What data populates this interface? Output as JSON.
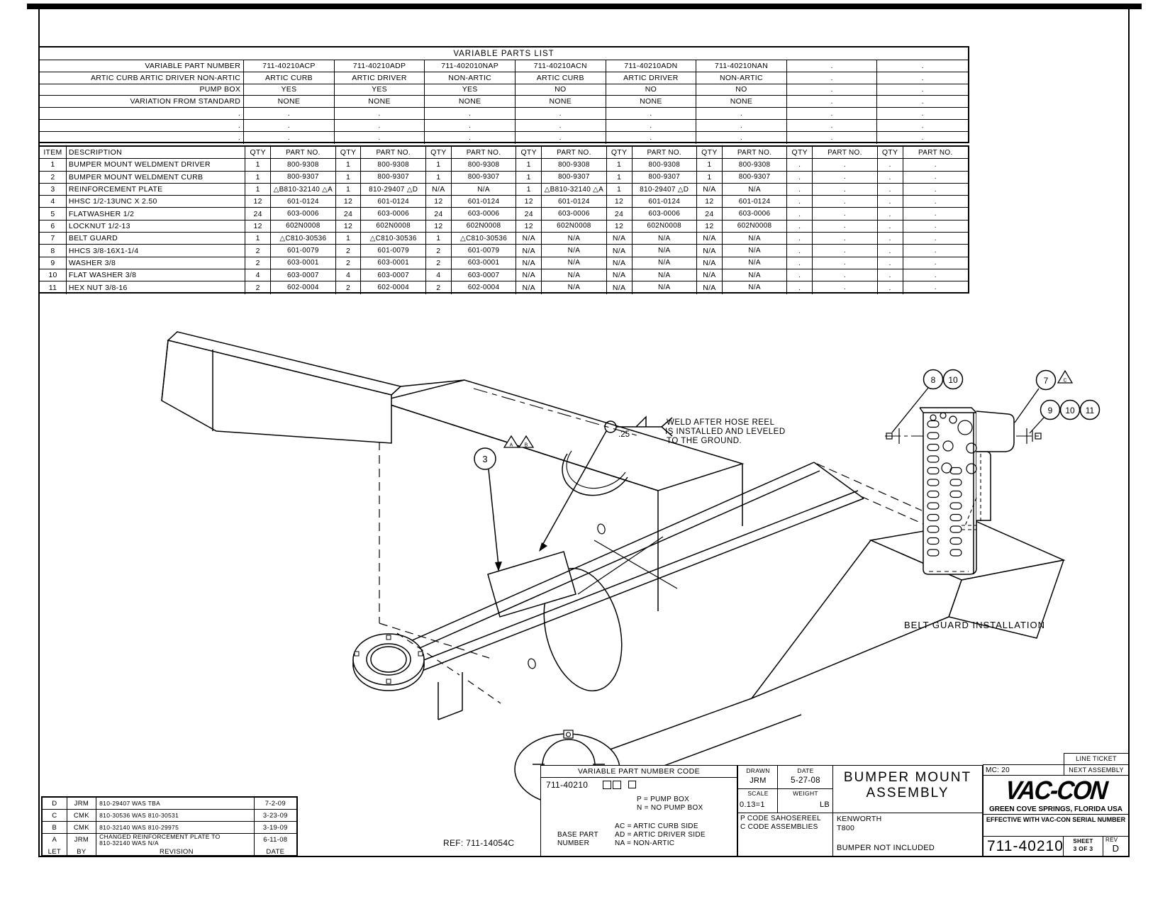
{
  "variable_parts_list": {
    "title": "VARIABLE PARTS LIST",
    "rows": [
      [
        "VARIABLE PART NUMBER",
        "711-40210ACP",
        "711-40210ADP",
        "711-402010NAP",
        "711-40210ACN",
        "711-40210ADN",
        "711-40210NAN",
        ".",
        "."
      ],
      [
        "ARTIC CURB ARTIC DRIVER NON-ARTIC",
        "ARTIC CURB",
        "ARTIC DRIVER",
        "NON-ARTIC",
        "ARTIC CURB",
        "ARTIC DRIVER",
        "NON-ARTIC",
        ".",
        "."
      ],
      [
        "PUMP BOX",
        "YES",
        "YES",
        "YES",
        "NO",
        "NO",
        "NO",
        ".",
        "."
      ],
      [
        "VARIATION FROM STANDARD",
        "NONE",
        "NONE",
        "NONE",
        "NONE",
        "NONE",
        "NONE",
        ".",
        "."
      ],
      [
        ".",
        ".",
        ".",
        ".",
        ".",
        ".",
        ".",
        ".",
        "."
      ],
      [
        ".",
        ".",
        ".",
        ".",
        ".",
        ".",
        ".",
        ".",
        "."
      ],
      [
        ".",
        ".",
        ".",
        ".",
        ".",
        ".",
        ".",
        ".",
        "."
      ]
    ]
  },
  "parts_table": {
    "header": [
      "ITEM",
      "DESCRIPTION",
      "QTY",
      "PART NO.",
      "QTY",
      "PART NO.",
      "QTY",
      "PART NO.",
      "QTY",
      "PART NO.",
      "QTY",
      "PART NO.",
      "QTY",
      "PART NO.",
      "QTY",
      "PART NO.",
      "QTY",
      "PART NO."
    ],
    "rows": [
      [
        "1",
        "BUMPER MOUNT WELDMENT DRIVER",
        "1",
        "800-9308",
        "1",
        "800-9308",
        "1",
        "800-9308",
        "1",
        "800-9308",
        "1",
        "800-9308",
        "1",
        "800-9308",
        ".",
        ".",
        ".",
        "."
      ],
      [
        "2",
        "BUMPER MOUNT WELDMENT CURB",
        "1",
        "800-9307",
        "1",
        "800-9307",
        "1",
        "800-9307",
        "1",
        "800-9307",
        "1",
        "800-9307",
        "1",
        "800-9307",
        ".",
        ".",
        ".",
        "."
      ],
      [
        "3",
        "REINFORCEMENT PLATE",
        "1",
        "△B810-32140 △A",
        "1",
        "810-29407 △D",
        "N/A",
        "N/A",
        "1",
        "△B810-32140 △A",
        "1",
        "810-29407 △D",
        "N/A",
        "N/A",
        ".",
        ".",
        ".",
        "."
      ],
      [
        "4",
        "HHSC 1/2-13UNC X 2.50",
        "12",
        "601-0124",
        "12",
        "601-0124",
        "12",
        "601-0124",
        "12",
        "601-0124",
        "12",
        "601-0124",
        "12",
        "601-0124",
        ".",
        ".",
        ".",
        "."
      ],
      [
        "5",
        "FLATWASHER 1/2",
        "24",
        "603-0006",
        "24",
        "603-0006",
        "24",
        "603-0006",
        "24",
        "603-0006",
        "24",
        "603-0006",
        "24",
        "603-0006",
        ".",
        ".",
        ".",
        "."
      ],
      [
        "6",
        "LOCKNUT 1/2-13",
        "12",
        "602N0008",
        "12",
        "602N0008",
        "12",
        "602N0008",
        "12",
        "602N0008",
        "12",
        "602N0008",
        "12",
        "602N0008",
        ".",
        ".",
        ".",
        "."
      ],
      [
        "7",
        "BELT GUARD",
        "1",
        "△C810-30536",
        "1",
        "△C810-30536",
        "1",
        "△C810-30536",
        "N/A",
        "N/A",
        "N/A",
        "N/A",
        "N/A",
        "N/A",
        ".",
        ".",
        ".",
        "."
      ],
      [
        "8",
        "HHCS 3/8-16X1-1/4",
        "2",
        "601-0079",
        "2",
        "601-0079",
        "2",
        "601-0079",
        "N/A",
        "N/A",
        "N/A",
        "N/A",
        "N/A",
        "N/A",
        ".",
        ".",
        ".",
        "."
      ],
      [
        "9",
        "WASHER 3/8",
        "2",
        "603-0001",
        "2",
        "603-0001",
        "2",
        "603-0001",
        "N/A",
        "N/A",
        "N/A",
        "N/A",
        "N/A",
        "N/A",
        ".",
        ".",
        ".",
        "."
      ],
      [
        "10",
        "FLAT WASHER 3/8",
        "4",
        "603-0007",
        "4",
        "603-0007",
        "4",
        "603-0007",
        "N/A",
        "N/A",
        "N/A",
        "N/A",
        "N/A",
        "N/A",
        ".",
        ".",
        ".",
        "."
      ],
      [
        "11",
        "HEX NUT 3/8-16",
        "2",
        "602-0004",
        "2",
        "602-0004",
        "2",
        "602-0004",
        "N/A",
        "N/A",
        "N/A",
        "N/A",
        "N/A",
        "N/A",
        ".",
        ".",
        ".",
        "."
      ]
    ]
  },
  "drawing": {
    "balloon_3": "3",
    "flag_a": "A",
    "flag_b": "B",
    "weld_size": ".25",
    "weld_note_1": "WELD AFTER HOSE REEL",
    "weld_note_2": "IS INSTALLED AND LEVELED",
    "weld_note_3": "TO THE GROUND.",
    "ref_label": "REF: 711-14054C",
    "detail": {
      "label": "BELT GUARD INSTALLATION",
      "balloon_8": "8",
      "balloon_10a": "10",
      "balloon_7": "7",
      "flag_c": "C",
      "balloon_9": "9",
      "balloon_10b": "10",
      "balloon_11": "11"
    }
  },
  "revision_table": {
    "rows": [
      [
        "D",
        "JRM",
        "810-29407 WAS TBA",
        "7-2-09"
      ],
      [
        "C",
        "CMK",
        "810-30536 WAS 810-30531",
        "3-23-09"
      ],
      [
        "B",
        "CMK",
        "810-32140 WAS 810-29975",
        "3-19-09"
      ],
      [
        "A",
        "JRM",
        "CHANGED REINFORCEMENT PLATE TO\n   810-32140 WAS N/A",
        "6-11-08"
      ]
    ],
    "footer": [
      "LET",
      "BY",
      "REVISION",
      "DATE"
    ]
  },
  "title_block": {
    "vpnc_title": "VARIABLE PART NUMBER CODE",
    "base_number": "711-40210",
    "pump_1": "P = PUMP BOX",
    "pump_2": "N = NO PUMP BOX",
    "side_1": "AC = ARTIC CURB SIDE",
    "side_2": "AD = ARTIC DRIVER SIDE",
    "side_3": "NA = NON-ARTIC",
    "base_label_1": "BASE PART",
    "base_label_2": "NUMBER",
    "drawn_label": "DRAWN",
    "drawn_value": "JRM",
    "date_label": "DATE",
    "date_value": "5-27-08",
    "scale_label": "SCALE",
    "scale_value": "0.13=1",
    "weight_label": "WEIGHT",
    "weight_unit": "LB",
    "code_1": "P CODE SAHOSEREEL",
    "code_2": "C CODE ASSEMBLIES",
    "vehicle_1": "KENWORTH",
    "vehicle_2": "T800",
    "note": "BUMPER NOT INCLUDED",
    "title_1": "BUMPER MOUNT",
    "title_2": "ASSEMBLY",
    "mc": "MC: 20",
    "line_ticket": "LINE TICKET",
    "next_assembly": "NEXT ASSEMBLY",
    "logo": "VAC-CON",
    "logo_sub": "GREEN COVE SPRINGS, FLORIDA USA",
    "effective": "EFFECTIVE WITH VAC-CON SERIAL NUMBER",
    "drawing_number": "711-40210",
    "sheet_label": "SHEET",
    "sheet_value": "3 OF 3",
    "rev_label": "REV",
    "rev_value": "D"
  }
}
